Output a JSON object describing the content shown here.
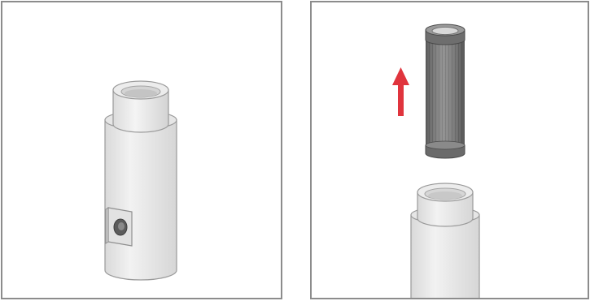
{
  "figure": {
    "panels": [
      {
        "id": "left",
        "content": "filter-housing-with-side-port"
      },
      {
        "id": "right",
        "content": "mesh-filter-cartridge-removed-from-housing"
      }
    ],
    "arrow": {
      "direction": "up",
      "color": "#e0343d"
    },
    "colors": {
      "frame": "#8c8c8c",
      "housing_fill": "#e9e9e9",
      "housing_stroke": "#9a9a9a",
      "mesh_fill": "#7a7a7a",
      "mesh_dark": "#4e4e4e"
    }
  }
}
